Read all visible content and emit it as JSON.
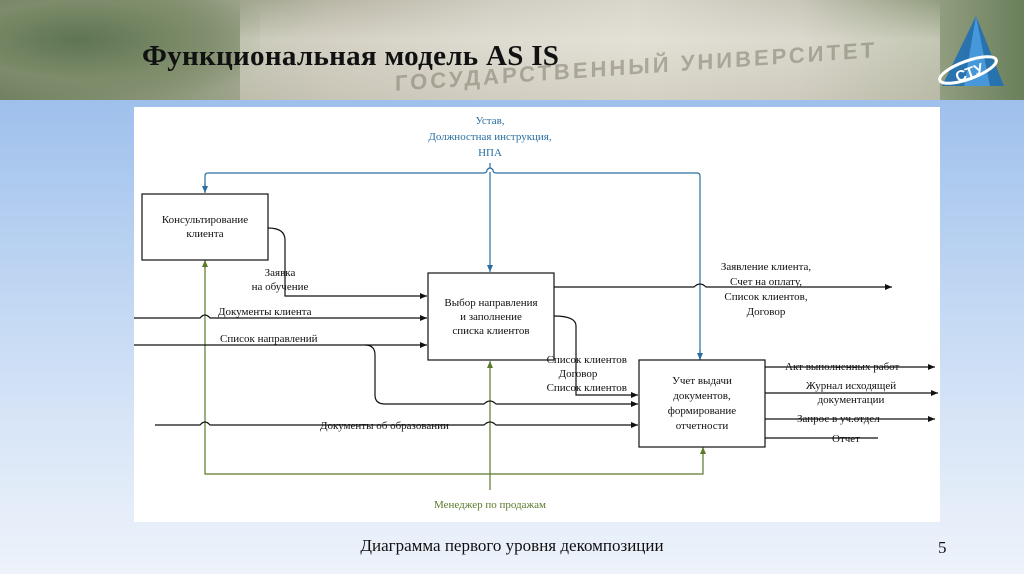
{
  "slide": {
    "title": "Функциональная модель AS IS",
    "banner_text": "ГОСУДАРСТВЕННЫЙ УНИВЕРСИТЕТ",
    "logo_text": "СТУ",
    "caption": "Диаграмма первого уровня декомпозиции",
    "page_number": "5"
  },
  "diagram": {
    "control": {
      "line1": "Устав,",
      "line2": "Должностная инструкция,",
      "line3": "НПА"
    },
    "mechanism": "Менеджер по продажам",
    "boxes": {
      "consult": [
        "Консультирование",
        "клиента"
      ],
      "select": [
        "Выбор направления",
        "и заполнение",
        "списка клиентов"
      ],
      "account": [
        "Учет выдачи",
        "документов,",
        "формирование",
        "отчетности"
      ]
    },
    "arrows": {
      "request_line1": "Заявка",
      "request_line2": "на обучение",
      "client_docs": "Документы клиента",
      "directions_list": "Список направлений",
      "education_docs": "Документы об образовании",
      "mid_out_1": "Список клиентов",
      "mid_out_2": "Договор",
      "mid_out_3": "Список клиентов",
      "out_top_1": "Заявление клиента,",
      "out_top_2": "Счет на оплату,",
      "out_top_3": "Список клиентов,",
      "out_top_4": "Договор",
      "out_act": "Акт выполненных работ",
      "out_journal_1": "Журнал исходящей",
      "out_journal_2": "документации",
      "out_query": "Запрос в уч.отдел",
      "out_report": "Отчет"
    },
    "colors": {
      "control": "#2a6fa0",
      "mechanism": "#5a7a2a",
      "flow": "#111111"
    }
  }
}
